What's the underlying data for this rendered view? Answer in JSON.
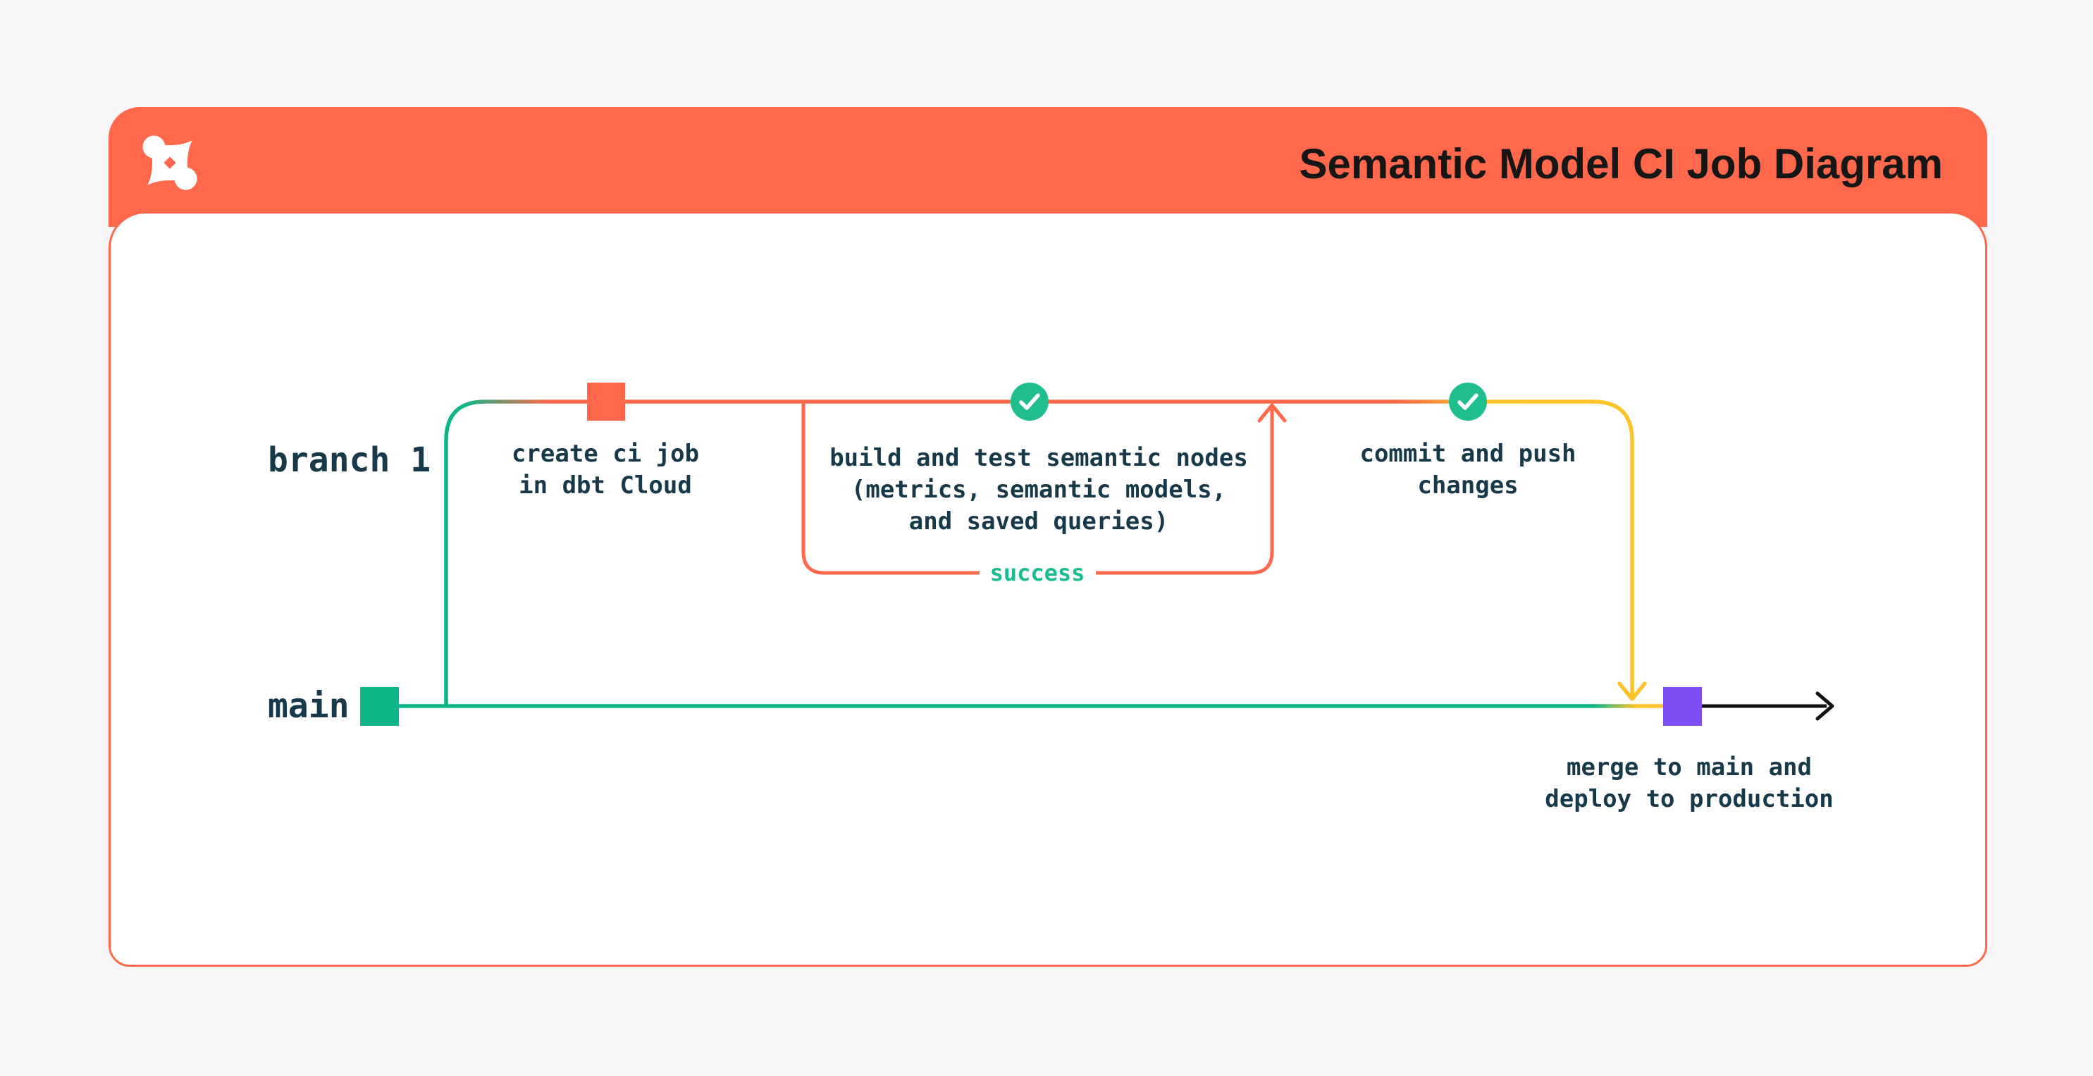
{
  "page": {
    "background": "#f7f7f7"
  },
  "header": {
    "title": "Semantic Model CI Job Diagram",
    "logo": "dbt-logo",
    "background": "#ff684a",
    "title_color": "#161616"
  },
  "diagram": {
    "branch_label": "branch 1",
    "main_label": "main",
    "success_label": "success",
    "nodes": [
      {
        "id": "create-ci-job",
        "marker": "orange-square",
        "marker_color": "#ff684a",
        "label": "create ci job\nin dbt Cloud"
      },
      {
        "id": "build-and-test",
        "marker": "check-circle",
        "marker_color": "#1fbe8f",
        "label": "build and test semantic nodes\n(metrics, semantic models,\nand saved queries)"
      },
      {
        "id": "commit-and-push",
        "marker": "check-circle",
        "marker_color": "#1fbe8f",
        "label": "commit and push\nchanges"
      },
      {
        "id": "merge-and-deploy",
        "marker": "purple-square",
        "marker_color": "#7c4ef3",
        "label": "merge to main and\ndeploy to production"
      }
    ],
    "colors": {
      "branch_teal": "#0db687",
      "ci_orange": "#ff684a",
      "push_yellow": "#fcc428",
      "merge_purple": "#7c4ef3",
      "success_green": "#17bd8e",
      "text_dark": "#17394a",
      "production_black": "#111111"
    }
  }
}
